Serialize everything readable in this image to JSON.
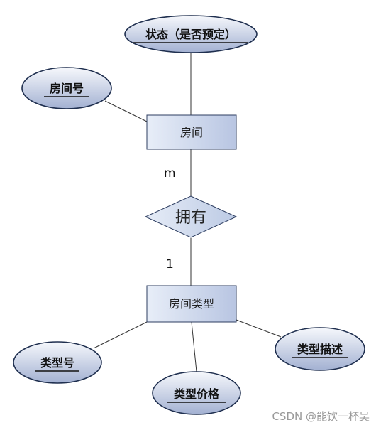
{
  "diagram": {
    "entities": {
      "room": "房间",
      "room_type": "房间类型"
    },
    "relationship": {
      "label": "拥有",
      "card_room": "m",
      "card_type": "1"
    },
    "attributes": {
      "status": "状态（是否预定）",
      "room_no": "房间号",
      "type_no": "类型号",
      "type_price": "类型价格",
      "type_desc": "类型描述"
    }
  },
  "watermark": "CSDN @能饮一杯吴",
  "colors": {
    "ellipse_light": "#f4f6fb",
    "ellipse_dark": "#a7b4d4",
    "shape_light": "#eef2fa",
    "shape_dark": "#b9c6e2",
    "outline": "#2d3d60"
  }
}
